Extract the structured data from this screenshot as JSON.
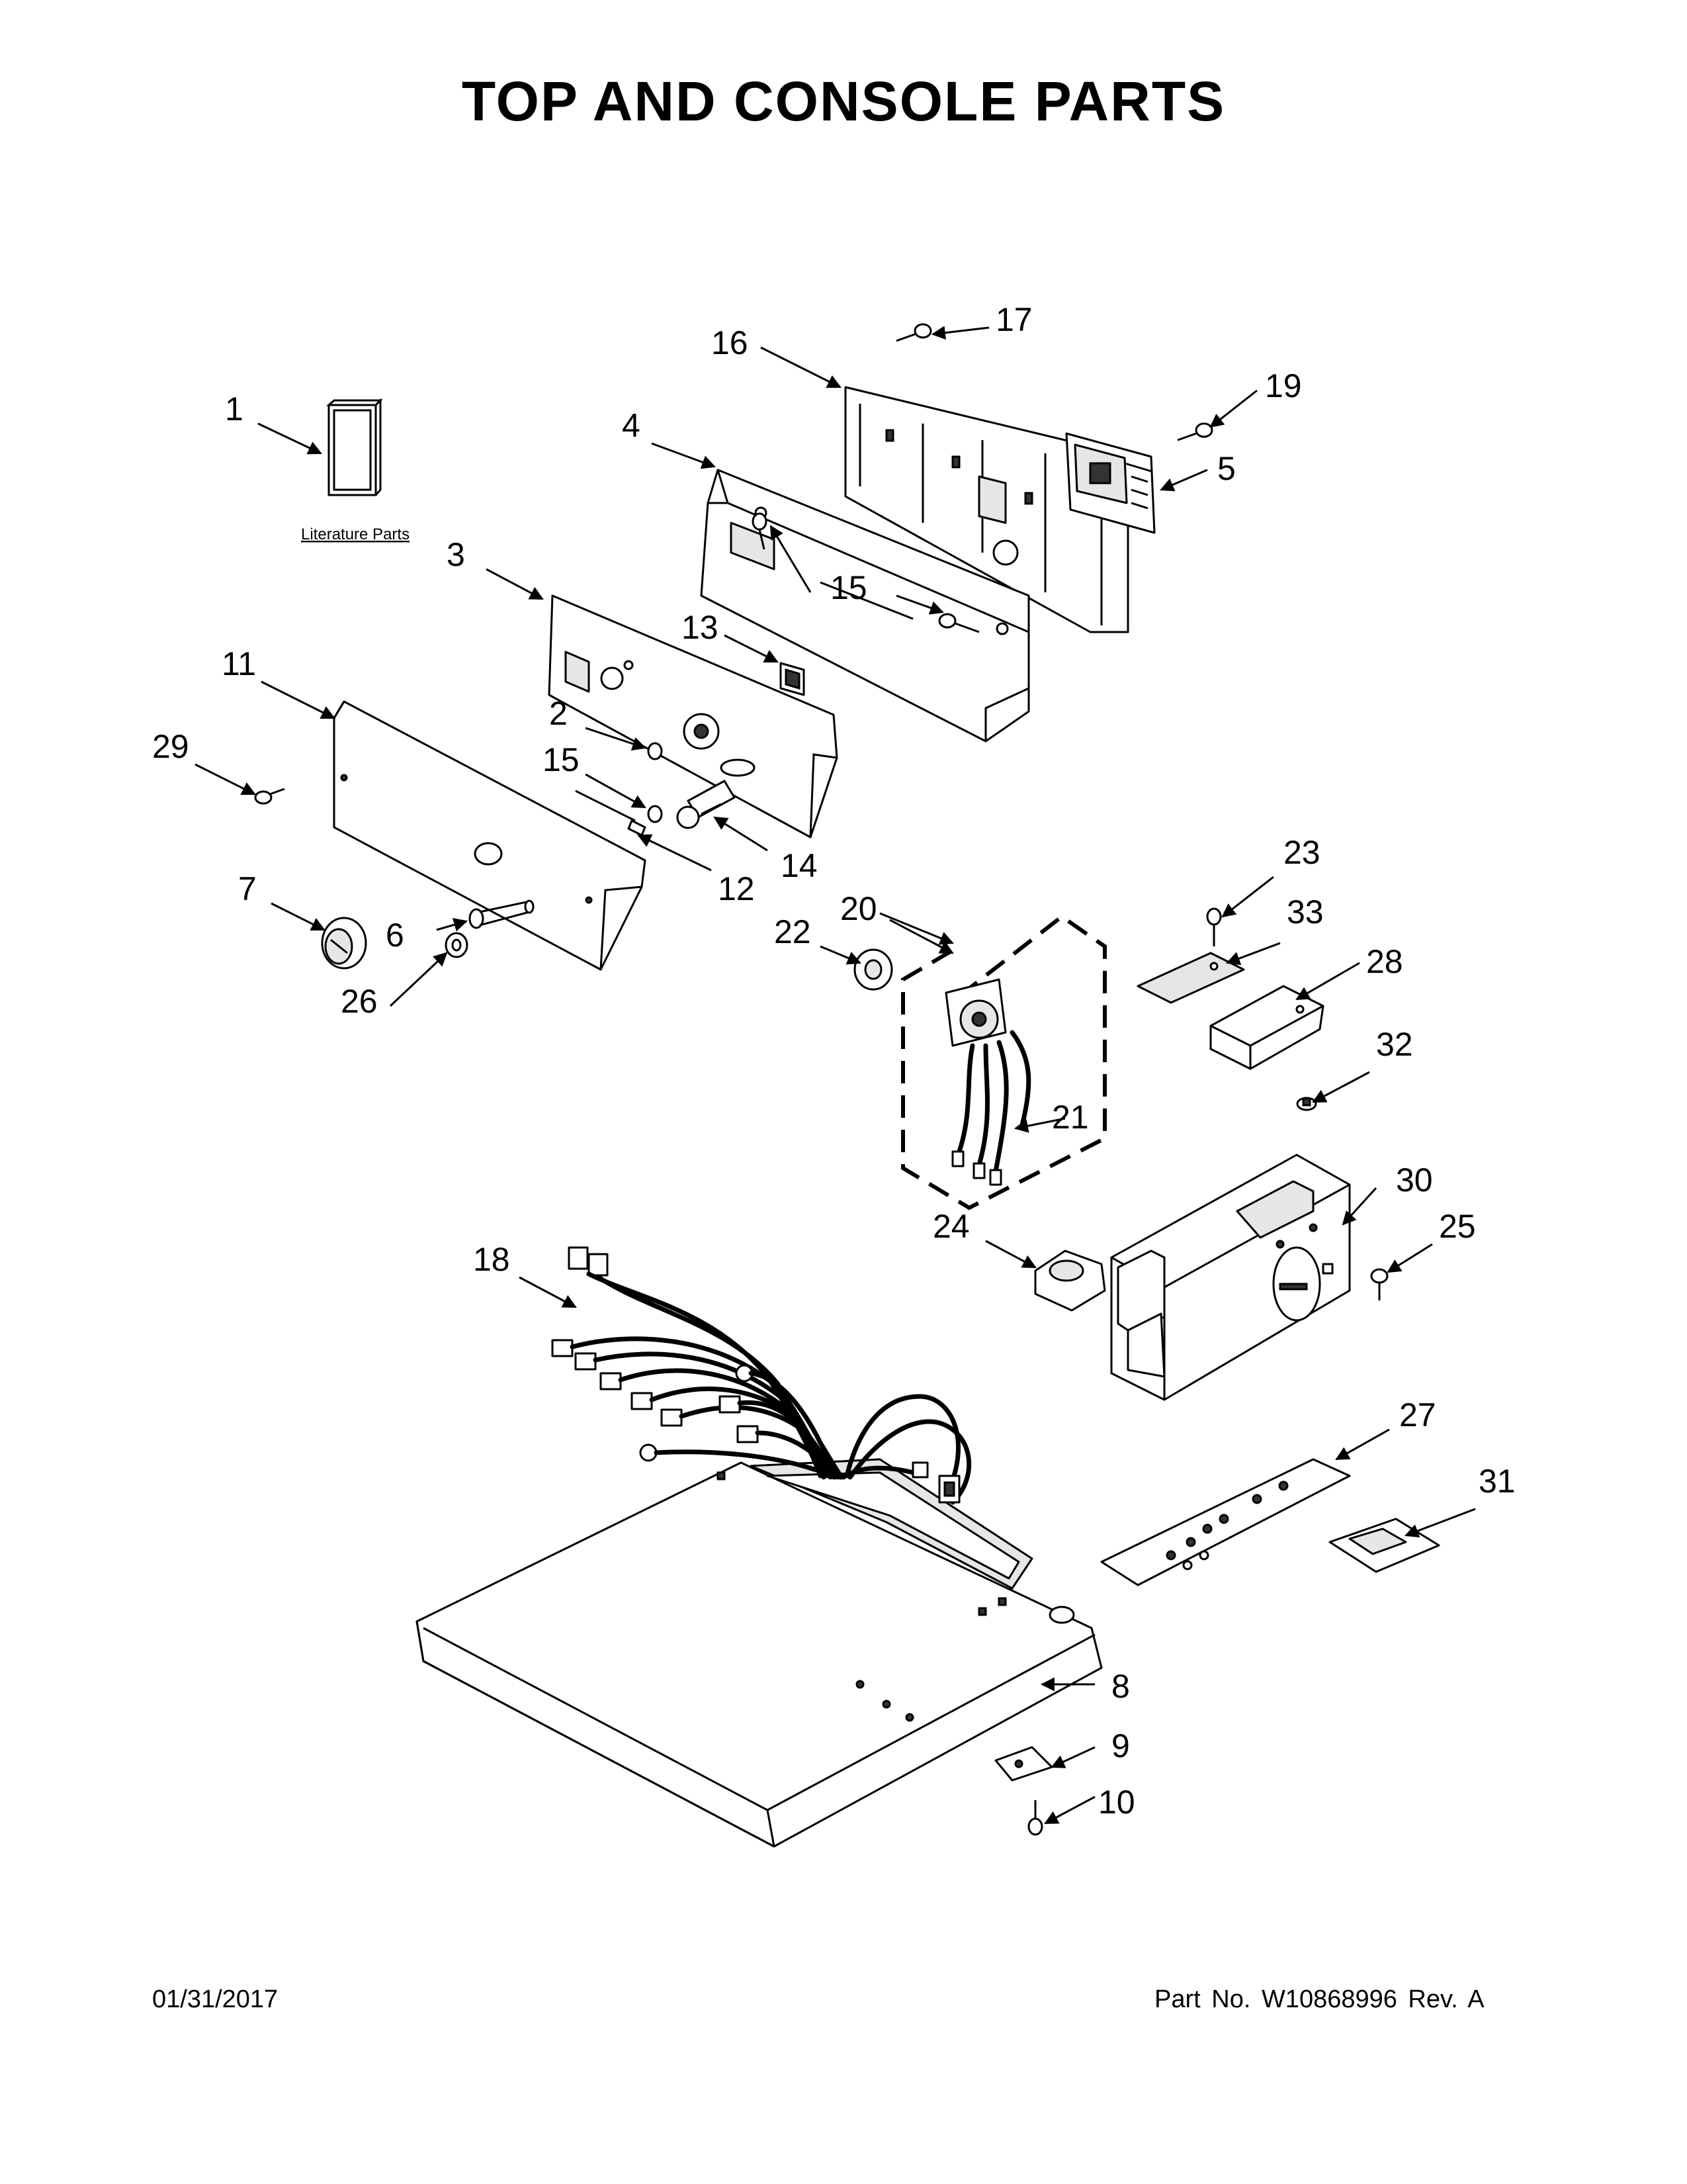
{
  "title": "TOP AND CONSOLE PARTS",
  "literature_label": "Literature Parts",
  "callouts": {
    "c1": "1",
    "c2": "2",
    "c3": "3",
    "c4": "4",
    "c5": "5",
    "c6": "6",
    "c7": "7",
    "c8": "8",
    "c9": "9",
    "c10": "10",
    "c11": "11",
    "c12": "12",
    "c13": "13",
    "c14": "14",
    "c15a": "15",
    "c15b": "15",
    "c15c": "15",
    "c16": "16",
    "c17": "17",
    "c18": "18",
    "c19": "19",
    "c20": "20",
    "c21": "21",
    "c22": "22",
    "c23": "23",
    "c24": "24",
    "c25": "25",
    "c26": "26",
    "c27": "27",
    "c28": "28",
    "c29": "29",
    "c30": "30",
    "c31": "31",
    "c32": "32",
    "c33": "33"
  },
  "footer": {
    "date": "01/31/2017",
    "part_number": "Part No.  W10868996  Rev.  A"
  }
}
